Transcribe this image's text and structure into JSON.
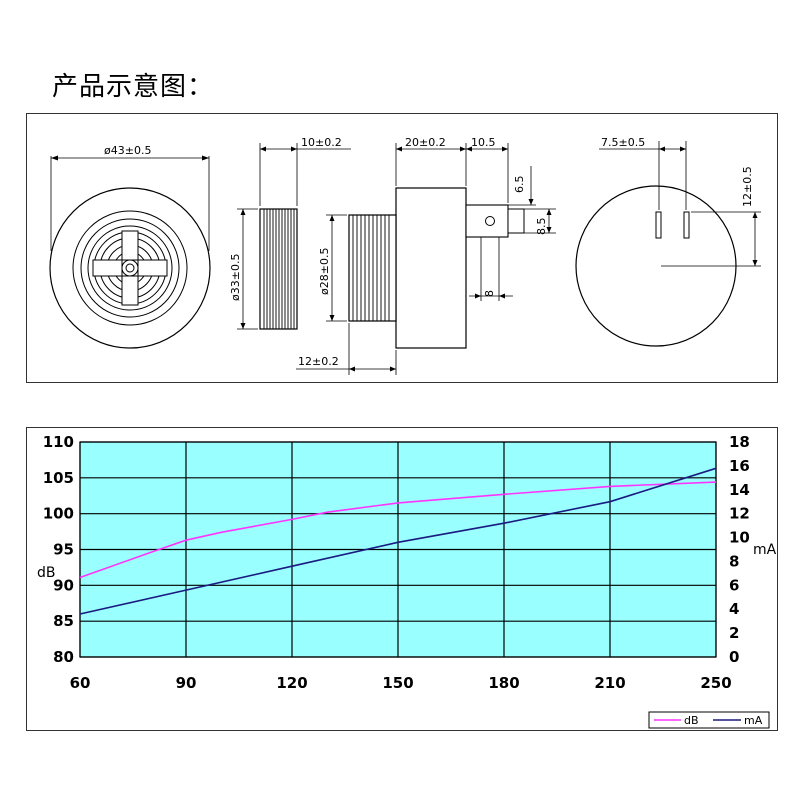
{
  "page": {
    "title": "产品示意图："
  },
  "dimensions": {
    "front_outer_dia": "ø43±0.5",
    "side_width": "10±0.2",
    "side_dia": "ø33±0.5",
    "body_length": "20±0.2",
    "pin_length": "10.5",
    "pin_offset": "6.5",
    "pin_height": "8.5",
    "neck_dia": "ø28±0.5",
    "pin_width": "8",
    "neck_length": "12±0.2",
    "pin_spacing": "7.5±0.5",
    "pin_depth": "12±0.5"
  },
  "chart_data": {
    "type": "line",
    "x": [
      60,
      80,
      90,
      100,
      120,
      130,
      150,
      180,
      210,
      250
    ],
    "xticks": [
      "60",
      "90",
      "120",
      "150",
      "180",
      "210",
      "250"
    ],
    "xlim": [
      60,
      250
    ],
    "left_axis": {
      "label": "dB",
      "ylim": [
        80,
        110
      ],
      "ticks": [
        "80",
        "85",
        "90",
        "95",
        "100",
        "105",
        "110"
      ]
    },
    "right_axis": {
      "label": "mA",
      "ylim": [
        0,
        18
      ],
      "ticks": [
        "0",
        "2",
        "4",
        "6",
        "8",
        "10",
        "12",
        "14",
        "16",
        "18"
      ]
    },
    "series": [
      {
        "name": "dB",
        "axis": "left",
        "color": "#ff33ff",
        "points": [
          [
            60,
            91.1
          ],
          [
            80,
            94.6
          ],
          [
            90,
            96.3
          ],
          [
            100,
            97.4
          ],
          [
            120,
            99.2
          ],
          [
            130,
            100.2
          ],
          [
            150,
            101.5
          ],
          [
            180,
            102.7
          ],
          [
            210,
            103.8
          ],
          [
            250,
            104.4
          ]
        ]
      },
      {
        "name": "mA",
        "axis": "right",
        "color": "#1a1a80",
        "points": [
          [
            60,
            3.6
          ],
          [
            90,
            5.6
          ],
          [
            120,
            7.6
          ],
          [
            150,
            9.6
          ],
          [
            180,
            11.2
          ],
          [
            210,
            13.0
          ],
          [
            250,
            15.8
          ]
        ]
      }
    ],
    "plot_bg": "#99ffff",
    "grid": true,
    "legend": [
      "dB",
      "mA"
    ],
    "legend_position": "bottom-right"
  }
}
